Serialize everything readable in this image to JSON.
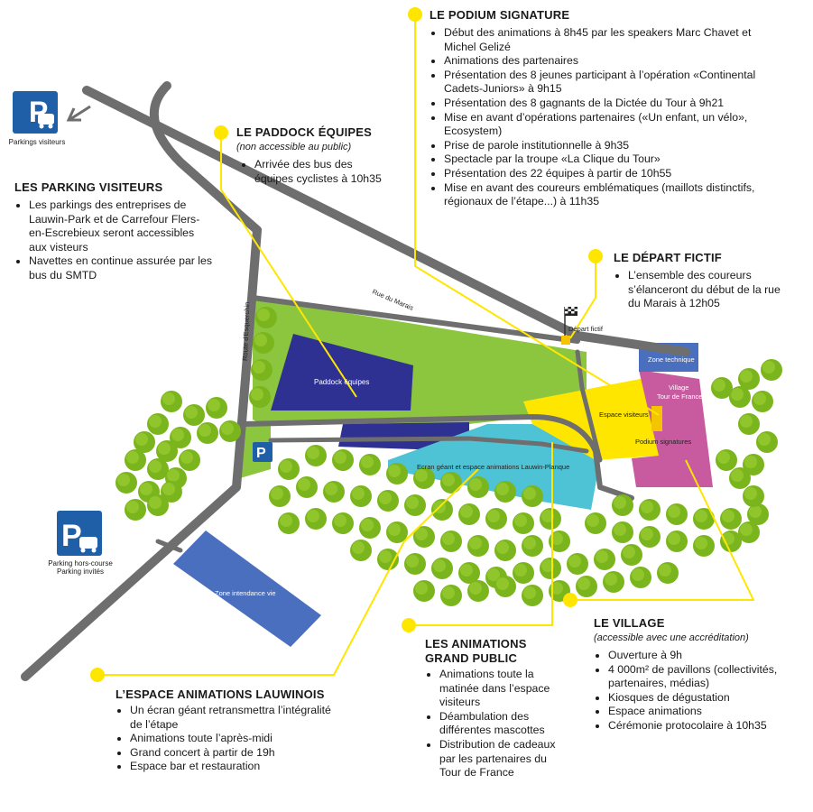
{
  "colors": {
    "yellow": "#ffe600",
    "green": "#8cc63f",
    "navy": "#2e3192",
    "cyan": "#4ec3d6",
    "pink": "#c85aa0",
    "blue_zone": "#4a6fbf",
    "road": "#6e6e6e",
    "tree": "#7ab51d",
    "parking_blue": "#1f5fa8"
  },
  "map": {
    "parking_visiteurs_label": "Parkings visiteurs",
    "parking_horscourse_label1": "Parking hors-course",
    "parking_horscourse_label2": "Parking invités",
    "road_marais": "Rue du Marais",
    "road_esquerchin": "Route d'Esquerchin",
    "depart_fictif": "Départ fictif",
    "paddock": "Paddock équipes",
    "zone_technique": "Zone technique",
    "village_line1": "Village",
    "village_line2": "Tour de France",
    "espace_visiteurs": "Espace visiteurs",
    "podium_signatures": "Podium signatures",
    "ecran_geant": "Ecran géant et espace animations Lauwin-Planque",
    "zone_intendance": "Zone intendance vie"
  },
  "sections": {
    "podium": {
      "title": "LE PODIUM SIGNATURE",
      "items": [
        "Début des animations à 8h45 par les speakers Marc Chavet et Michel Gelizé",
        "Animations des partenaires",
        "Présentation des 8 jeunes participant à l’opération «Continental Cadets-Juniors» à 9h15",
        "Présentation des 8 gagnants de la Dictée du Tour à 9h21",
        "Mise en avant d’opérations partenaires («Un enfant, un vélo», Ecosystem)",
        "Prise de parole institutionnelle à 9h35",
        "Spectacle par la troupe «La Clique du Tour»",
        "Présentation des 22 équipes à partir de 10h55",
        "Mise en avant des coureurs emblématiques (maillots distinctifs, régionaux de l’étape...) à 11h35"
      ]
    },
    "paddock": {
      "title": "LE PADDOCK ÉQUIPES",
      "subtitle": "(non accessible au public)",
      "items": [
        "Arrivée des bus des équipes cyclistes à 10h35"
      ]
    },
    "parking": {
      "title": "LES PARKING VISITEURS",
      "items": [
        "Les parkings des entreprises de Lauwin-Park et de Carrefour Flers-en-Escrebieux seront accessibles aux visteurs",
        "Navettes en continue assurée par les bus du SMTD"
      ]
    },
    "depart": {
      "title": "LE DÉPART FICTIF",
      "items": [
        "L’ensemble des coureurs s’élanceront du début de la rue du Marais à 12h05"
      ]
    },
    "village": {
      "title": "LE VILLAGE",
      "subtitle": "(accessible avec une accréditation)",
      "items": [
        "Ouverture à 9h",
        "4 000m² de pavillons (collectivités, partenaires, médias)",
        "Kiosques de dégustation",
        "Espace animations",
        "Cérémonie protocolaire à 10h35"
      ]
    },
    "animations": {
      "title_line1": "LES ANIMATIONS",
      "title_line2": "GRAND PUBLIC",
      "items": [
        "Animations toute la matinée dans l’espace visiteurs",
        "Déambulation des différentes mascottes",
        "Distribution de cadeaux par les partenaires du Tour de France"
      ]
    },
    "lauwinois": {
      "title": "L’ESPACE ANIMATIONS LAUWINOIS",
      "items": [
        "Un écran géant retransmettra l’intégralité de l’étape",
        "Animations toute l’après-midi",
        "Grand concert à partir de 19h",
        "Espace bar et restauration"
      ]
    }
  }
}
